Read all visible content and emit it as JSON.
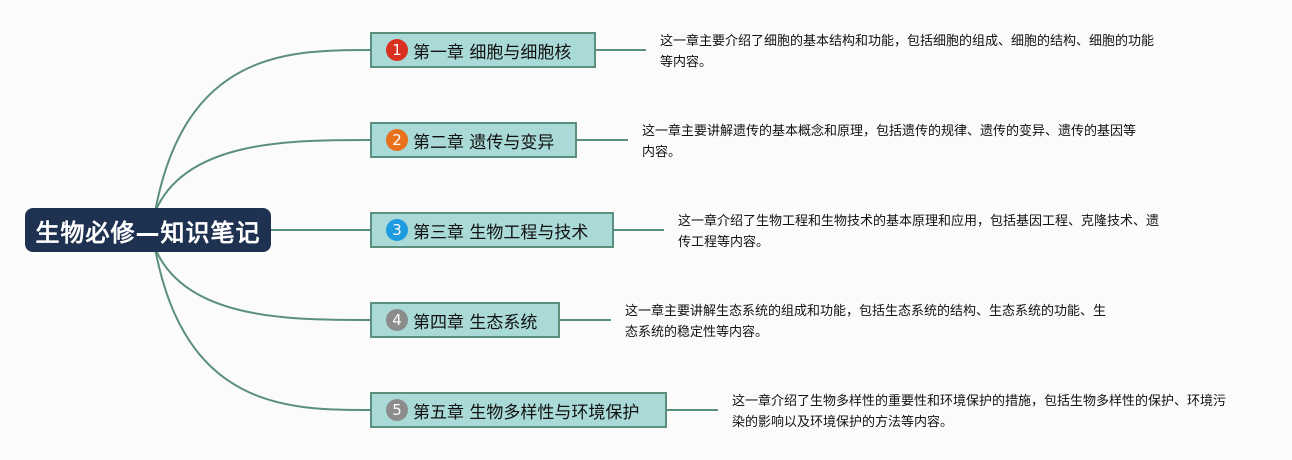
{
  "root": {
    "title": "生物必修—知识笔记",
    "color": "#1f3150"
  },
  "chapters": [
    {
      "number": "1",
      "title": "第一章 细胞与细胞核",
      "badge_color": "#d9301f",
      "description": "这一章主要介绍了细胞的基本结构和功能，包括细胞的组成、细胞的结构、细胞的功能等内容。"
    },
    {
      "number": "2",
      "title": "第二章 遗传与变异",
      "badge_color": "#e8701a",
      "description": "这一章主要讲解遗传的基本概念和原理，包括遗传的规律、遗传的变异、遗传的基因等内容。"
    },
    {
      "number": "3",
      "title": "第三章 生物工程与技术",
      "badge_color": "#1e9ae0",
      "description": "这一章介绍了生物工程和生物技术的基本原理和应用，包括基因工程、克隆技术、遗传工程等内容。"
    },
    {
      "number": "4",
      "title": "第四章 生态系统",
      "badge_color": "#8c8c8c",
      "description": "这一章主要讲解生态系统的组成和功能，包括生态系统的结构、生态系统的功能、生态系统的稳定性等内容。"
    },
    {
      "number": "5",
      "title": "第五章 生物多样性与环境保护",
      "badge_color": "#8c8c8c",
      "description": "这一章介绍了生物多样性的重要性和环境保护的措施，包括生物多样性的保护、环境污染的影响以及环境保护的方法等内容。"
    }
  ],
  "colors": {
    "connector": "#5b8f7d",
    "node_fill": "#a9dad8",
    "node_border": "#5b8f7d"
  }
}
